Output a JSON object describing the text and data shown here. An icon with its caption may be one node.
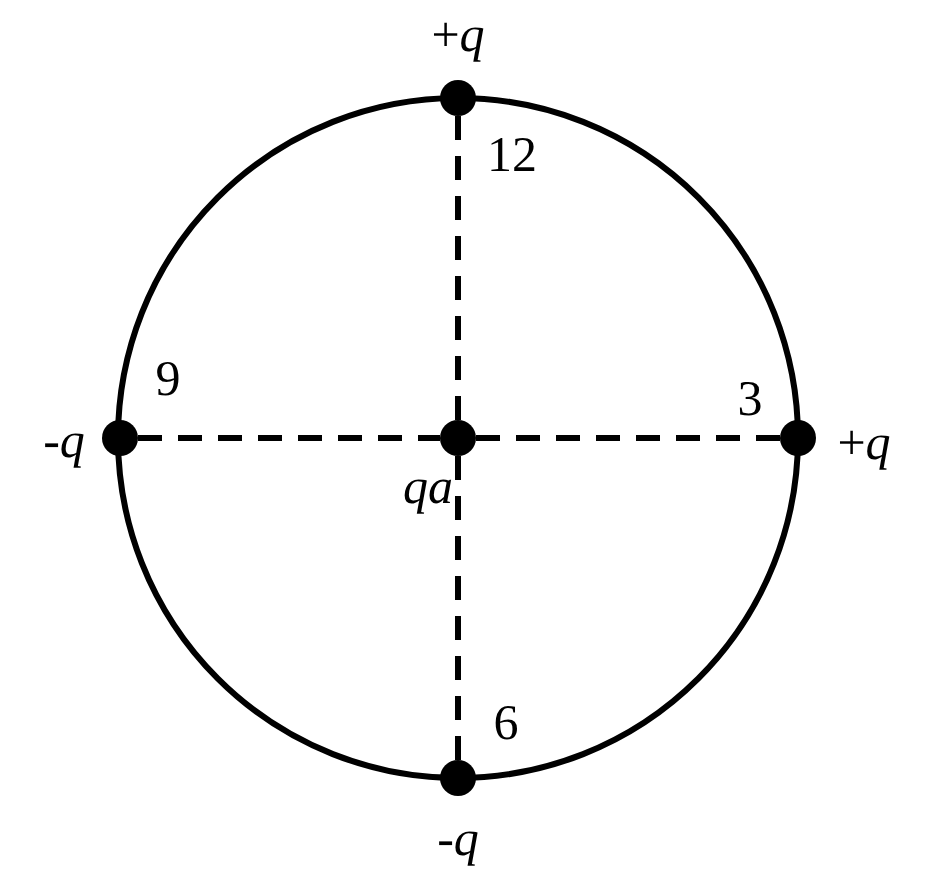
{
  "diagram": {
    "nodes": [
      {
        "text": [
          "+*q*"
        ],
        "beside": [
          "12"
        ]
      },
      {
        "text": [
          "-*q*"
        ],
        "beside": [
          "9"
        ]
      },
      {
        "text": [
          "qa"
        ]
      },
      {
        "text": [
          "+*q*"
        ],
        "beside": [
          "3"
        ]
      },
      {
        "text": [
          "-*q*"
        ],
        "beside": [
          "6"
        ]
      }
    ],
    "edges": [
      {
        "from": 0,
        "to": 2,
        "arrow": "none",
        "style": "dashed"
      },
      {
        "from": 1,
        "to": 2,
        "arrow": "none",
        "style": "dashed"
      },
      {
        "from": 2,
        "to": 3,
        "arrow": "none",
        "style": "dashed"
      },
      {
        "from": 2,
        "to": 4,
        "arrow": "none",
        "style": "dashed"
      }
    ]
  }
}
